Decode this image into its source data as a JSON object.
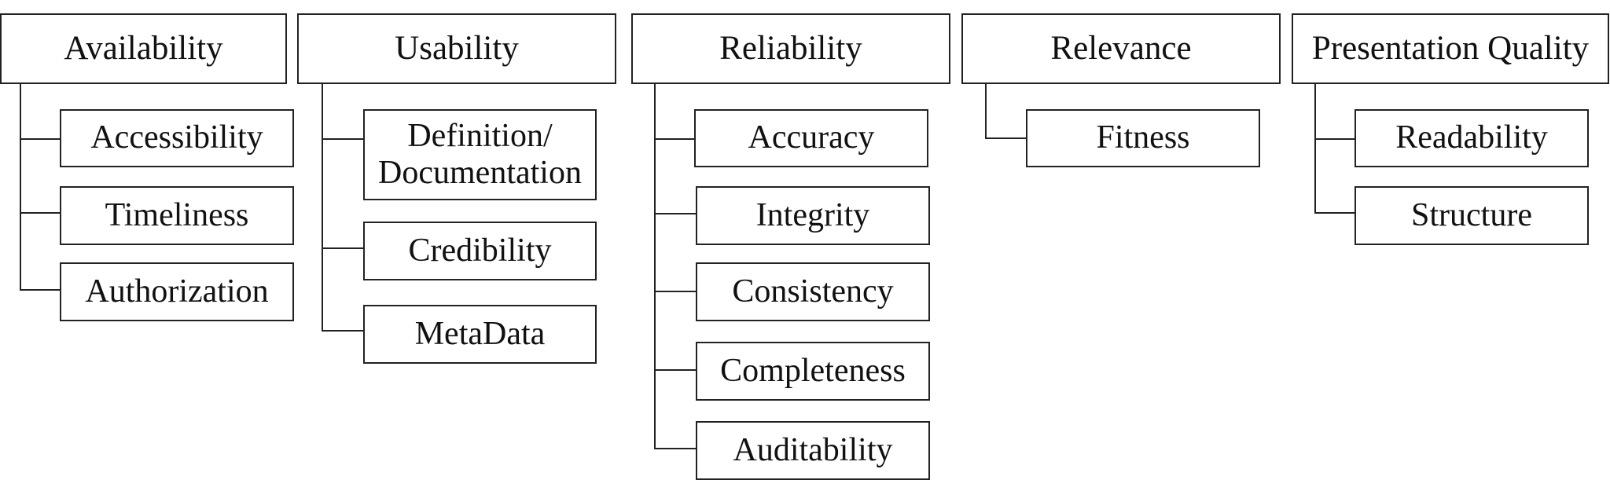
{
  "categories": [
    {
      "label": "Availability",
      "items": [
        "Accessibility",
        "Timeliness",
        "Authorization"
      ]
    },
    {
      "label": "Usability",
      "items": [
        "Definition/\nDocumentation",
        "Credibility",
        "MetaData"
      ]
    },
    {
      "label": "Reliability",
      "items": [
        "Accuracy",
        "Integrity",
        "Consistency",
        "Completeness",
        "Auditability"
      ]
    },
    {
      "label": "Relevance",
      "items": [
        "Fitness"
      ]
    },
    {
      "label": "Presentation Quality",
      "items": [
        "Readability",
        "Structure"
      ]
    }
  ]
}
